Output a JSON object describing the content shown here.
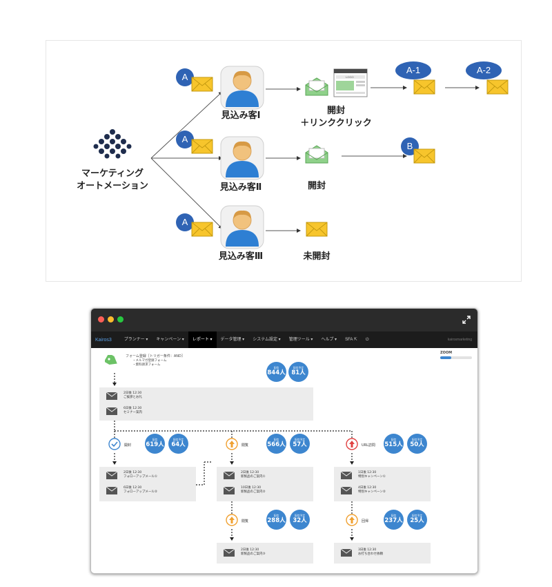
{
  "diagram": {
    "ma_label_line1": "マーケティング",
    "ma_label_line2": "オートメーション",
    "prospects": [
      {
        "label": "見込み客Ⅰ",
        "tag": "A"
      },
      {
        "label": "見込み客Ⅱ",
        "tag": "A"
      },
      {
        "label": "見込み客Ⅲ",
        "tag": "A"
      }
    ],
    "reactions": {
      "open_click_line1": "開封",
      "open_click_line2": "＋リンククリック",
      "open": "開封",
      "unopened": "未開封"
    },
    "followups": {
      "a1": "A-1",
      "a2": "A-2",
      "b": "B"
    },
    "browser_logo_text": "LOGO",
    "colors": {
      "tag_blue": "#2f63b4",
      "person_blue": "#2e7fd3",
      "envelope_yellow": "#f7c52c",
      "envelope_green": "#7cc575"
    }
  },
  "app": {
    "brand": "Kairos3",
    "nav": [
      {
        "label": "プランナー ▾",
        "active": false
      },
      {
        "label": "キャンペーン ▾",
        "active": false
      },
      {
        "label": "レポート ▾",
        "active": true
      },
      {
        "label": "データ管理 ▾",
        "active": false
      },
      {
        "label": "システム設定 ▾",
        "active": false
      },
      {
        "label": "管理ツール ▾",
        "active": false
      },
      {
        "label": "ヘルプ ▾",
        "active": false
      },
      {
        "label": "SFA ⇱",
        "active": false
      },
      {
        "label": "⏻",
        "active": false
      }
    ],
    "nav_right": "kairosmarketing",
    "zoom_label": "ZOOM",
    "trigger": {
      "title": "フォーム登録［トリガー条件：AND］",
      "condition_1": "・メルマガ登録フォーム",
      "condition_2": "・資料請求フォーム",
      "sent_label": "配信",
      "sent_value": "844人",
      "scheduled_label": "配信予定",
      "scheduled_value": "81人"
    },
    "root_mails": [
      {
        "timing": "2日後 12:30",
        "subject": "ご挨拶とお礼"
      },
      {
        "timing": "6日後 12:30",
        "subject": "セミナー案内"
      }
    ],
    "branches": [
      {
        "label": "開封",
        "sent": "619人",
        "scheduled": "64人",
        "sent_label": "配信",
        "scheduled_label": "配信予定",
        "mails": [
          {
            "timing": "2日後 12:30",
            "subject": "フォローアップメール①"
          },
          {
            "timing": "6日後 12:30",
            "subject": "フォローアップメール②"
          }
        ]
      },
      {
        "label": "閲覧",
        "sent": "566人",
        "scheduled": "57人",
        "sent_label": "配信",
        "scheduled_label": "配信予定",
        "mails": [
          {
            "timing": "2日後 12:30",
            "subject": "新製品のご案内①"
          },
          {
            "timing": "10日後 12:30",
            "subject": "新製品のご案内②"
          }
        ]
      },
      {
        "label": "URL訪問",
        "sent": "515人",
        "scheduled": "50人",
        "sent_label": "配信",
        "scheduled_label": "配信予定",
        "mails": [
          {
            "timing": "1日後 12:30",
            "subject": "特別キャンペーン①"
          },
          {
            "timing": "4日後 12:30",
            "subject": "特別キャンペーン②"
          }
        ]
      }
    ],
    "sub_branches": [
      {
        "label": "閲覧",
        "sent": "288人",
        "scheduled": "32人",
        "sent_label": "配信",
        "scheduled_label": "配信予定",
        "mail": {
          "timing": "2日後 12:30",
          "subject": "新製品のご案内③"
        }
      },
      {
        "label": "回帰",
        "sent": "237人",
        "scheduled": "25人",
        "sent_label": "配信",
        "scheduled_label": "配信予定",
        "mail": {
          "timing": "3日後 12:30",
          "subject": "お打ち合わせ依頼"
        }
      }
    ]
  }
}
